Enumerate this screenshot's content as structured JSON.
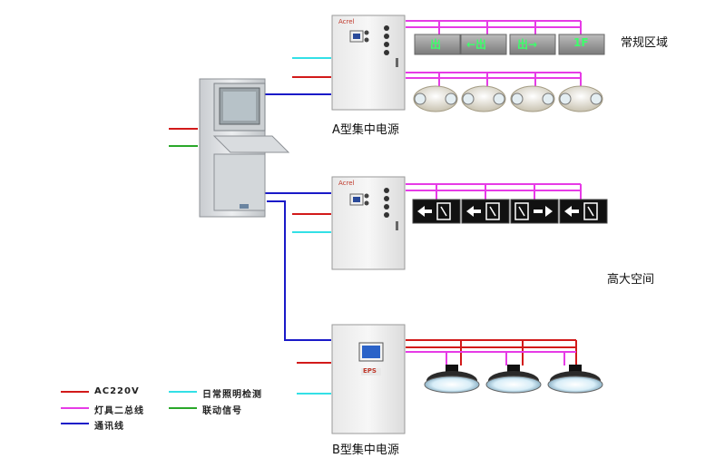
{
  "labels": {
    "zone_regular": "常规区域",
    "zone_high_space": "高大空间",
    "power_a": "A型集中电源",
    "power_b": "B型集中电源",
    "eps_badge": "EPS",
    "brand": "Acrel"
  },
  "sign_texts": [
    "出",
    "←出",
    "出→",
    "1F"
  ],
  "legend": [
    {
      "label": "AC220V",
      "color": "#d21a1a"
    },
    {
      "label": "灯具二总线",
      "color": "#e63be6"
    },
    {
      "label": "通讯线",
      "color": "#1a1ac8"
    },
    {
      "label": "日常照明检测",
      "color": "#33e0e6"
    },
    {
      "label": "联动信号",
      "color": "#2aa82a"
    }
  ],
  "colors": {
    "ac220v": "#d21a1a",
    "bus": "#e63be6",
    "comm": "#1a1ac8",
    "detect": "#33e0e6",
    "linkage": "#2aa82a"
  }
}
